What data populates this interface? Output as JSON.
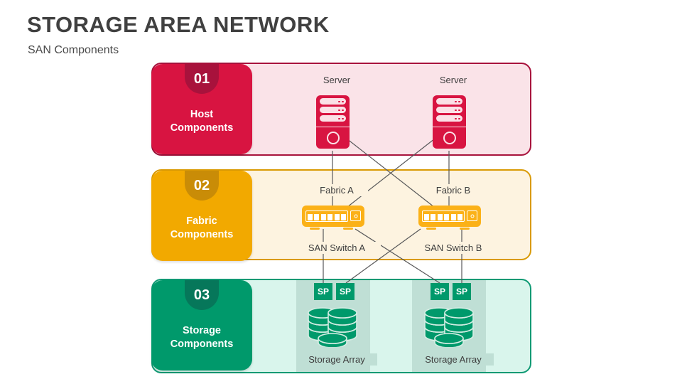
{
  "header": {
    "title": "STORAGE AREA NETWORK",
    "subtitle": "SAN Components"
  },
  "rows": [
    {
      "number": "01",
      "label_line1": "Host",
      "label_line2": "Components",
      "accent": "#d81441",
      "badge_color": "#a8123c",
      "background": "#fae3e8",
      "border": "#a8123c"
    },
    {
      "number": "02",
      "label_line1": "Fabric",
      "label_line2": "Components",
      "accent": "#f2a900",
      "badge_color": "#c98c07",
      "background": "#fdf3e0",
      "border": "#d99a05"
    },
    {
      "number": "03",
      "label_line1": "Storage",
      "label_line2": "Components",
      "accent": "#00996b",
      "badge_color": "#06775a",
      "background": "#d9f5ec",
      "border": "#0f9a74"
    }
  ],
  "hosts": {
    "server_a_label": "Server",
    "server_b_label": "Server"
  },
  "fabric": {
    "fabric_a_label": "Fabric A",
    "fabric_b_label": "Fabric B",
    "switch_a_label": "SAN Switch A",
    "switch_b_label": "SAN Switch B"
  },
  "storage": {
    "array_a_label": "Storage Array",
    "array_b_label": "Storage Array",
    "sp_a1": "SP",
    "sp_a2": "SP",
    "sp_b1": "SP",
    "sp_b2": "SP"
  },
  "link_color": "#58585a"
}
